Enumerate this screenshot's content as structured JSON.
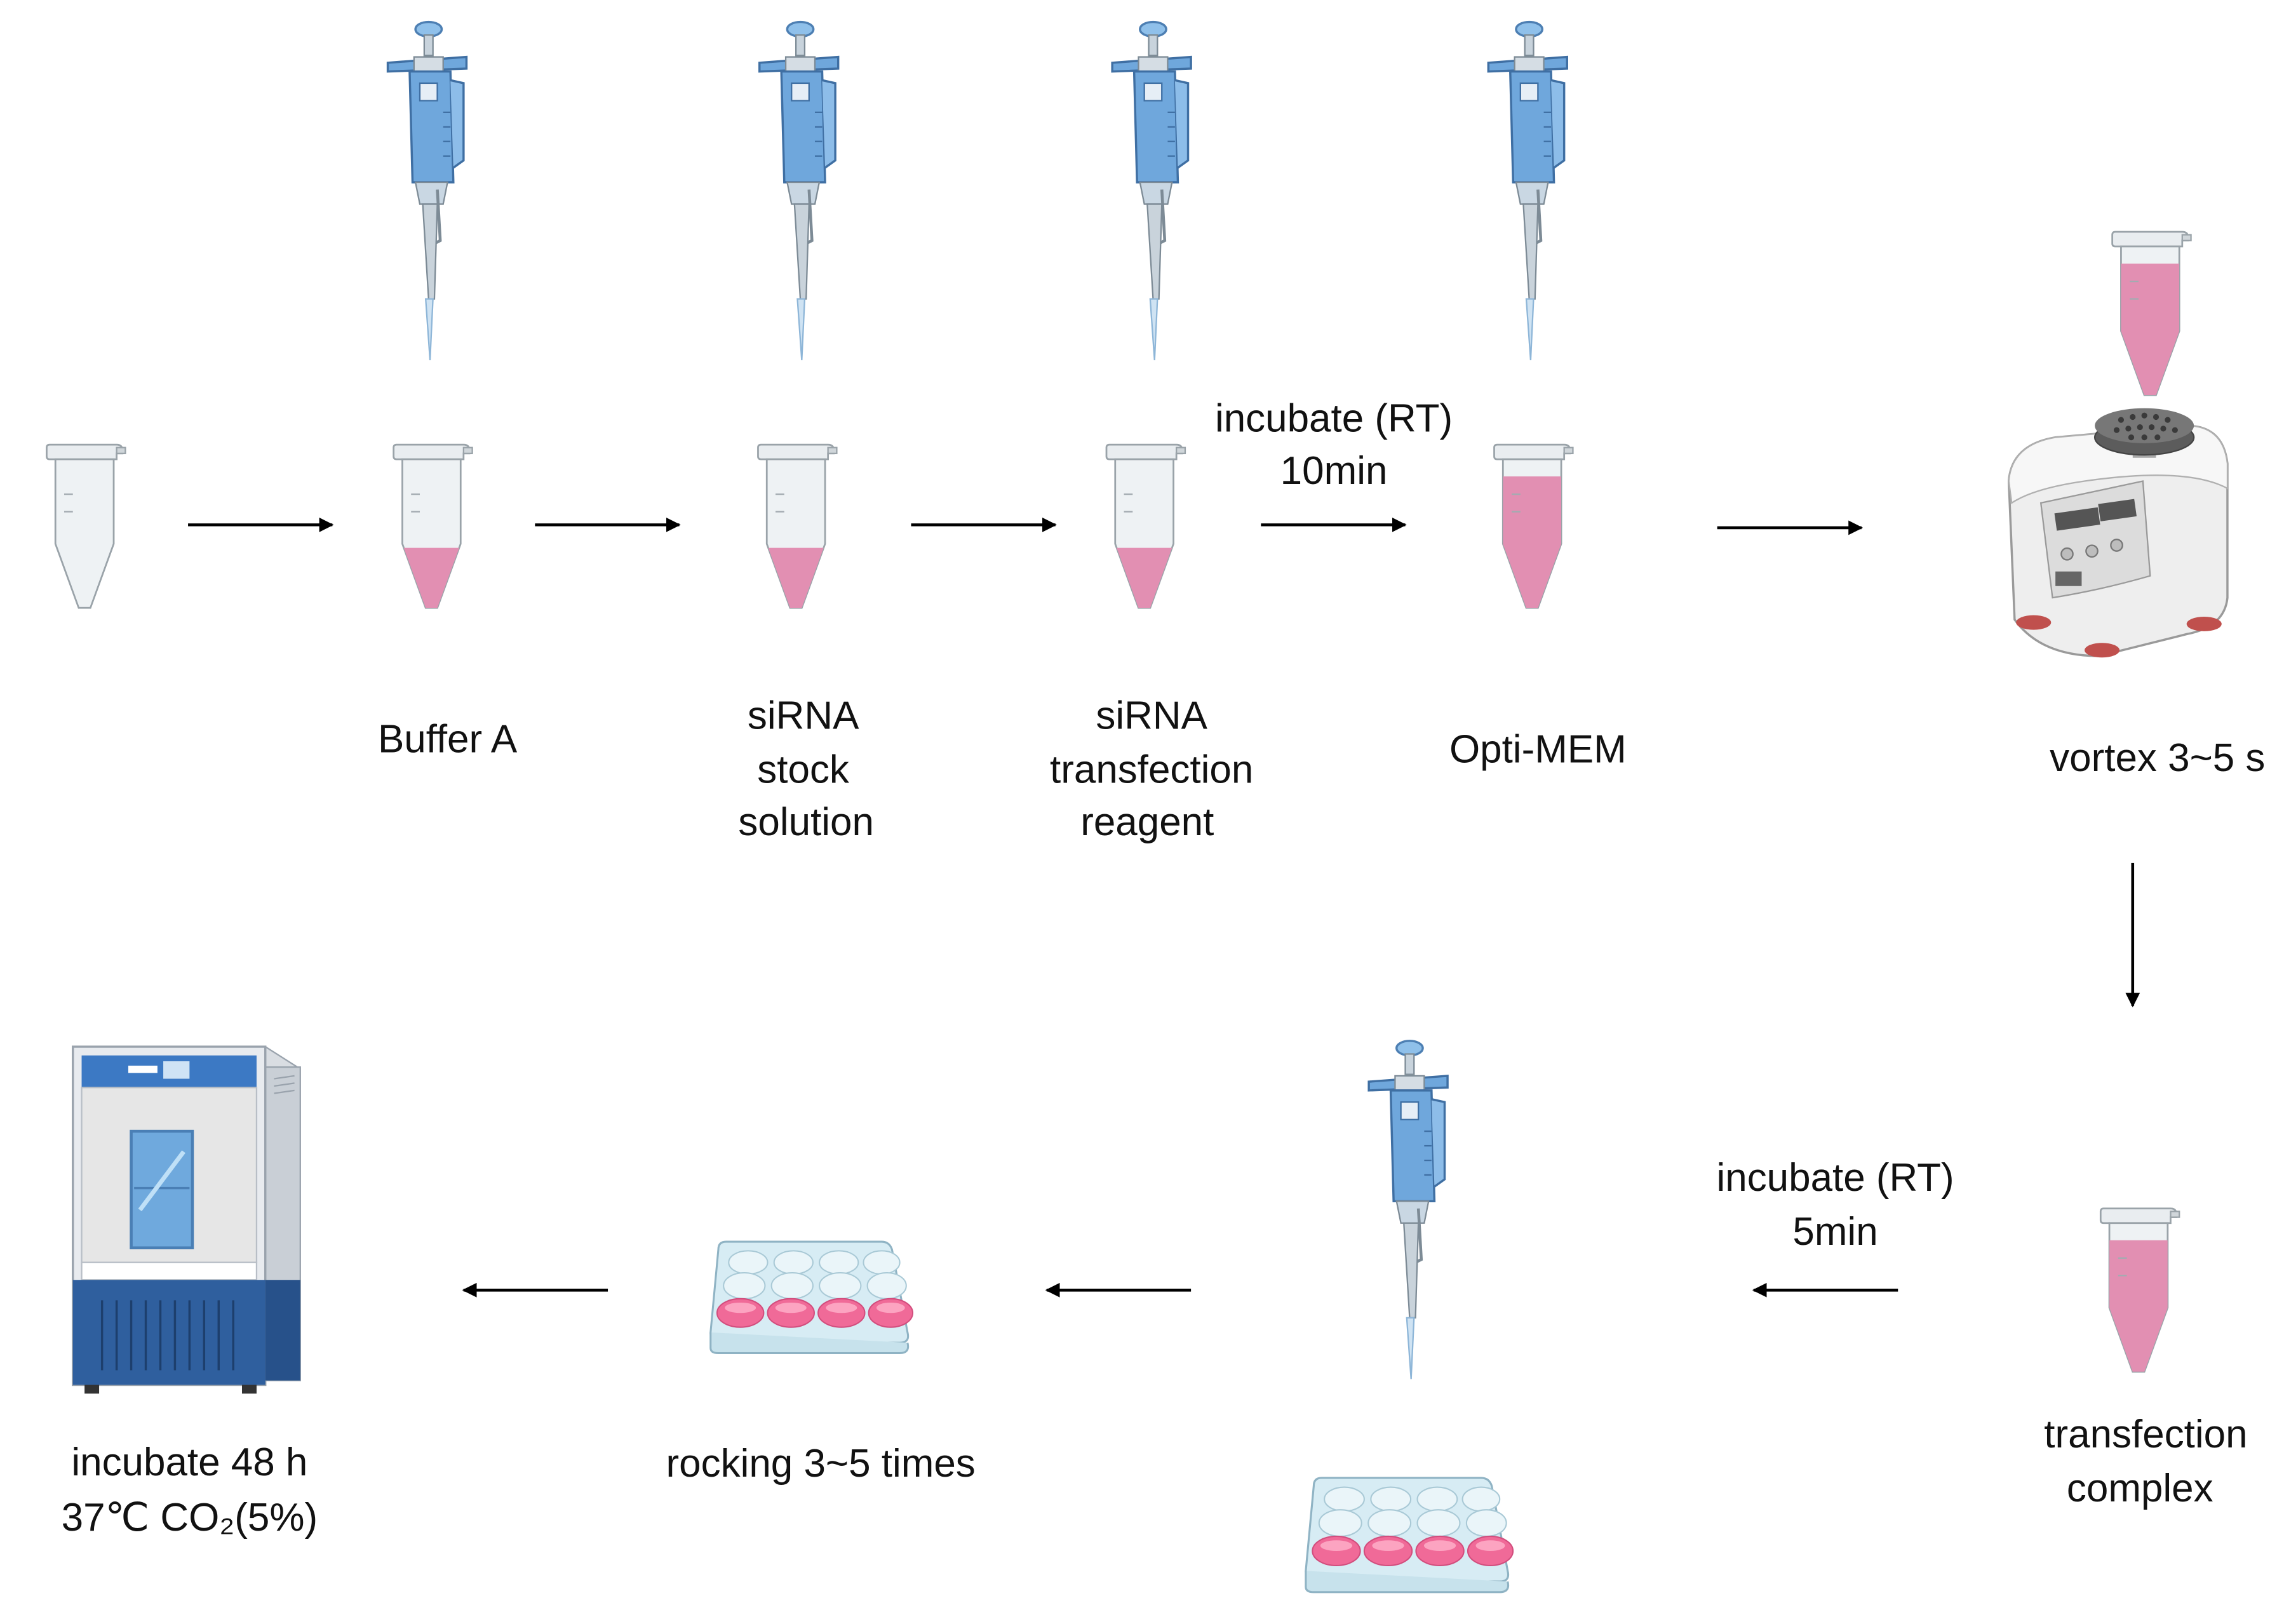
{
  "labels": {
    "buffer_a": "Buffer A",
    "sirna_stock_1": "siRNA",
    "sirna_stock_2": "stock",
    "sirna_stock_3": "solution",
    "sirna_reagent_1": "siRNA",
    "sirna_reagent_2": "transfection",
    "sirna_reagent_3": "reagent",
    "opti_mem": "Opti-MEM",
    "vortex": "vortex 3~5 s",
    "incubate_10_1": "incubate (RT)",
    "incubate_10_2": "10min",
    "incubate_5_1": "incubate (RT)",
    "incubate_5_2": "5min",
    "transfection_complex_1": "transfection",
    "transfection_complex_2": "complex",
    "rocking": "rocking 3~5 times",
    "incubate_48_1": "incubate 48 h",
    "incubate_48_2": "37℃ CO₂(5%)"
  },
  "colors": {
    "pink_liquid": "#e28fb2",
    "pipette_blue": "#6fa7dc",
    "well_pink": "#f06a98",
    "incubator_blue": "#2f5f9e",
    "arrow": "#000000"
  }
}
